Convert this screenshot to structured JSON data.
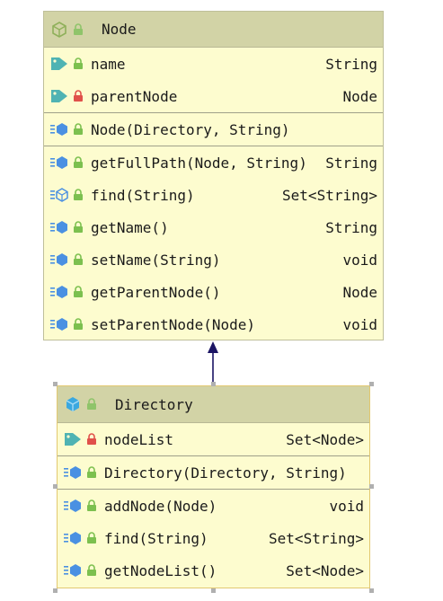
{
  "node_class": {
    "name": "Node",
    "fields": [
      {
        "name": "name",
        "type": "String",
        "lock": "green"
      },
      {
        "name": "parentNode",
        "type": "Node",
        "lock": "red"
      }
    ],
    "constructors": [
      {
        "signature": "Node(Directory, String)",
        "type": ""
      }
    ],
    "methods": [
      {
        "signature": "getFullPath(Node, String)",
        "type": "String",
        "icon": "static-method"
      },
      {
        "signature": "find(String)",
        "type": "Set<String>",
        "icon": "abstract-method"
      },
      {
        "signature": "getName()",
        "type": "String",
        "icon": "method"
      },
      {
        "signature": "setName(String)",
        "type": "void",
        "icon": "method"
      },
      {
        "signature": "getParentNode()",
        "type": "Node",
        "icon": "method"
      },
      {
        "signature": "setParentNode(Node)",
        "type": "void",
        "icon": "method"
      }
    ]
  },
  "directory_class": {
    "name": "Directory",
    "fields": [
      {
        "name": "nodeList",
        "type": "Set<Node>",
        "lock": "red"
      }
    ],
    "constructors": [
      {
        "signature": "Directory(Directory, String)",
        "type": ""
      }
    ],
    "methods": [
      {
        "signature": "addNode(Node)",
        "type": "void",
        "icon": "method"
      },
      {
        "signature": "find(String)",
        "type": "Set<String>",
        "icon": "method"
      },
      {
        "signature": "getNodeList()",
        "type": "Set<Node>",
        "icon": "method"
      }
    ]
  },
  "colors": {
    "header_bg": "#d2d3a6",
    "body_bg": "#fdfccf",
    "lock_public": "#7cc04f",
    "lock_private": "#e0504a",
    "field_tag": "#4fb3b3",
    "method_icon": "#4a90e2",
    "arrow": "#1b1464"
  }
}
